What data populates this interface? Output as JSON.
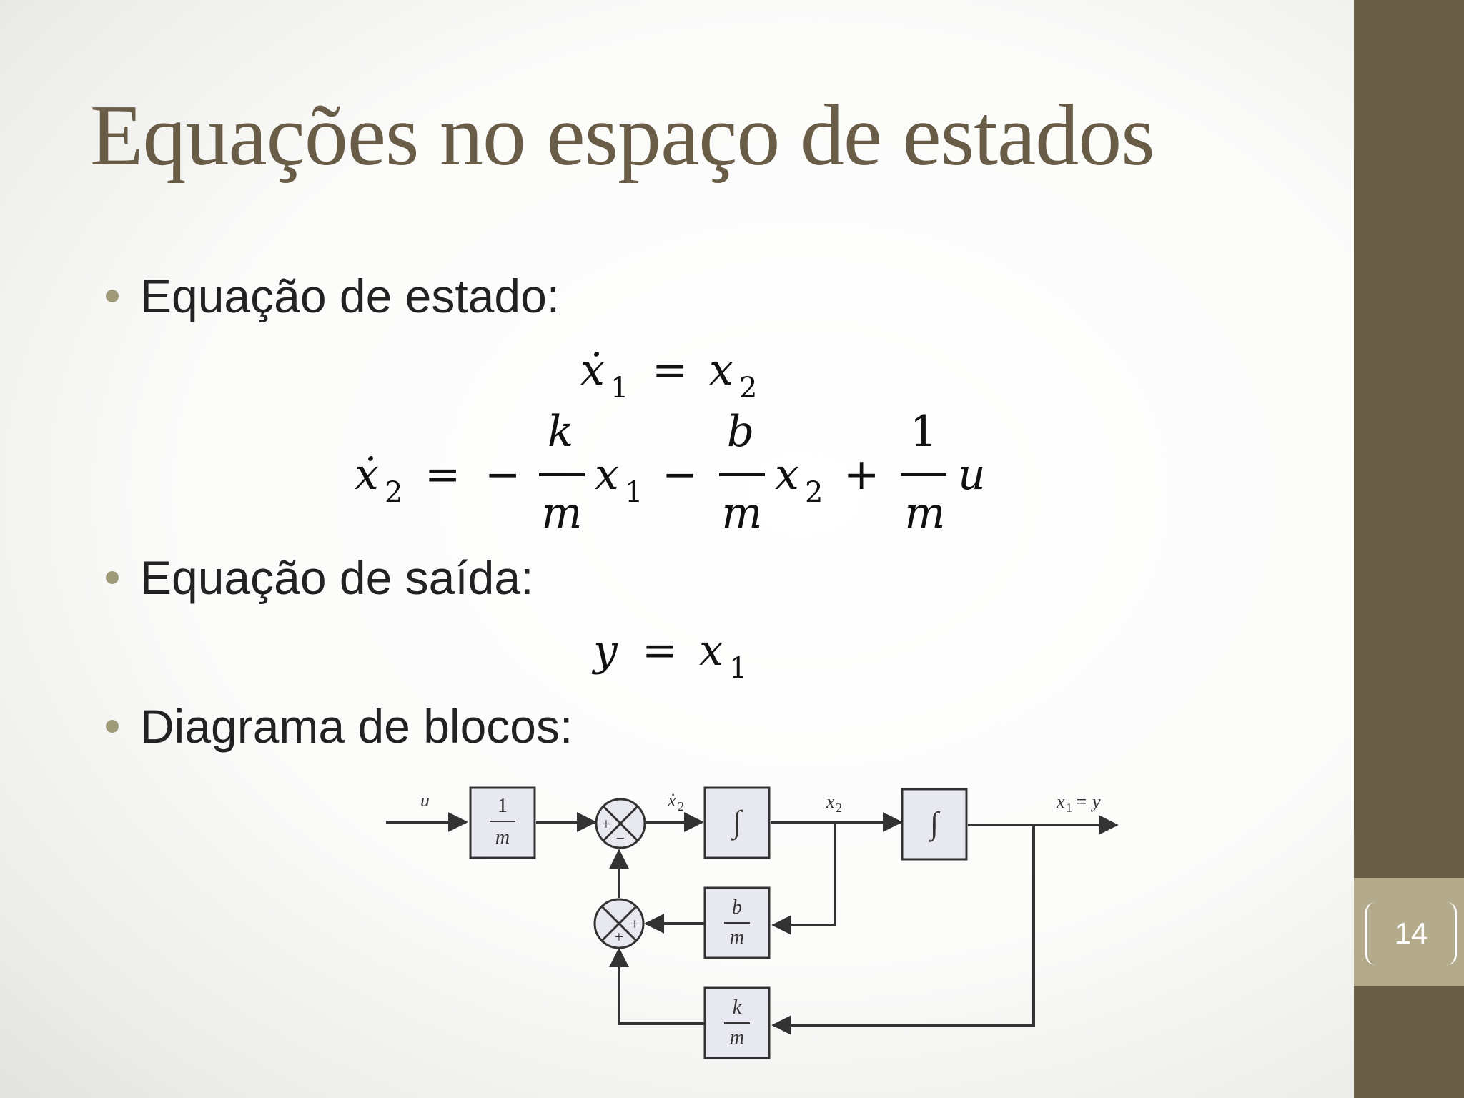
{
  "slide": {
    "title": "Equações no espaço de estados",
    "page_number": "14"
  },
  "bullets": [
    {
      "text": "Equação de estado:"
    },
    {
      "text": "Equação de saída:"
    },
    {
      "text": "Diagrama de blocos:"
    }
  ],
  "equations": {
    "state1": {
      "lhs": "ẋ",
      "lhs_sub": "1",
      "eq": "=",
      "rhs": "x",
      "rhs_sub": "2"
    },
    "state2": {
      "lhs": "ẋ",
      "lhs_sub": "2",
      "eq": "=",
      "minus1": "−",
      "f1_num": "k",
      "f1_den": "m",
      "x1": "x",
      "x1_sub": "1",
      "minus2": "−",
      "f2_num": "b",
      "f2_den": "m",
      "x2": "x",
      "x2_sub": "2",
      "plus": "+",
      "f3_num": "1",
      "f3_den": "m",
      "u": "u"
    },
    "output": {
      "lhs": "y",
      "eq": "=",
      "rhs": "x",
      "rhs_sub": "1"
    }
  },
  "block_diagram": {
    "input_label": "u",
    "gain_input": {
      "num": "1",
      "den": "m"
    },
    "sum1_signs": {
      "top": "+",
      "bottom": "−"
    },
    "xdot2_label": "ẋ",
    "xdot2_sub": "2",
    "integrator1": "∫",
    "x2_label": "x",
    "x2_sub": "2",
    "integrator2": "∫",
    "output_label": "x",
    "output_sub": "1",
    "output_eq": "= y",
    "gain_b": {
      "num": "b",
      "den": "m"
    },
    "gain_k": {
      "num": "k",
      "den": "m"
    },
    "sum2_signs": {
      "right": "+",
      "bottom": "+"
    }
  }
}
